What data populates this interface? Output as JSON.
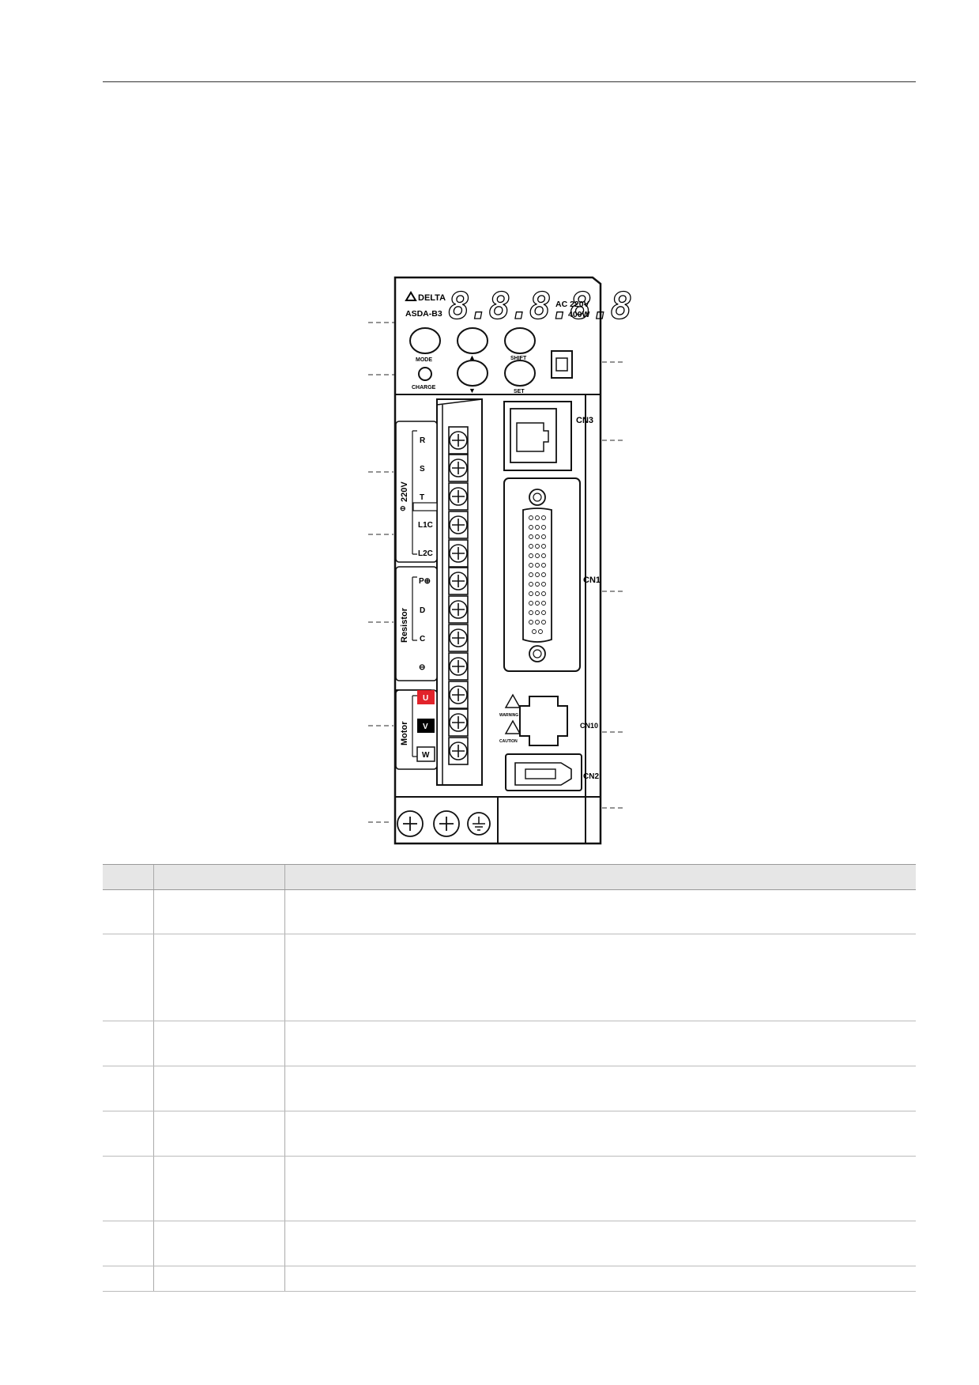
{
  "drive": {
    "brand": "DELTA",
    "model": "ASDA-B3",
    "rating_voltage": "AC 220V",
    "rating_power": "400W",
    "display_digits": "8.8.8.8.8.",
    "keys": {
      "mode": "MODE",
      "up": "▲",
      "shift": "SHIFT",
      "down": "▼",
      "set": "SET",
      "charge": "CHARGE"
    },
    "power_label": "220V",
    "terminals_power": [
      "R",
      "S",
      "T",
      "L1C",
      "L2C"
    ],
    "resistor_label": "Resistor",
    "terminals_resistor": [
      "P⊕",
      "D",
      "C",
      "⊖"
    ],
    "motor_label": "Motor",
    "terminals_motor": [
      "U",
      "V",
      "W"
    ],
    "connectors": {
      "cn3": "CN3",
      "cn1": "CN1",
      "cn10": "CN10",
      "cn2": "CN2"
    },
    "warning_label": "WARNING",
    "caution_label": "CAUTION"
  },
  "colors": {
    "u_terminal": "#e2232b",
    "v_terminal": "#000000",
    "table_header": "#e6e6e6"
  },
  "table": {
    "headers": [
      "",
      "",
      ""
    ],
    "rows": [
      [
        "",
        "",
        ""
      ],
      [
        "",
        "",
        ""
      ],
      [
        "",
        "",
        ""
      ],
      [
        "",
        "",
        ""
      ],
      [
        "",
        "",
        ""
      ],
      [
        "",
        "",
        ""
      ],
      [
        "",
        "",
        ""
      ],
      [
        "",
        "",
        ""
      ]
    ]
  }
}
